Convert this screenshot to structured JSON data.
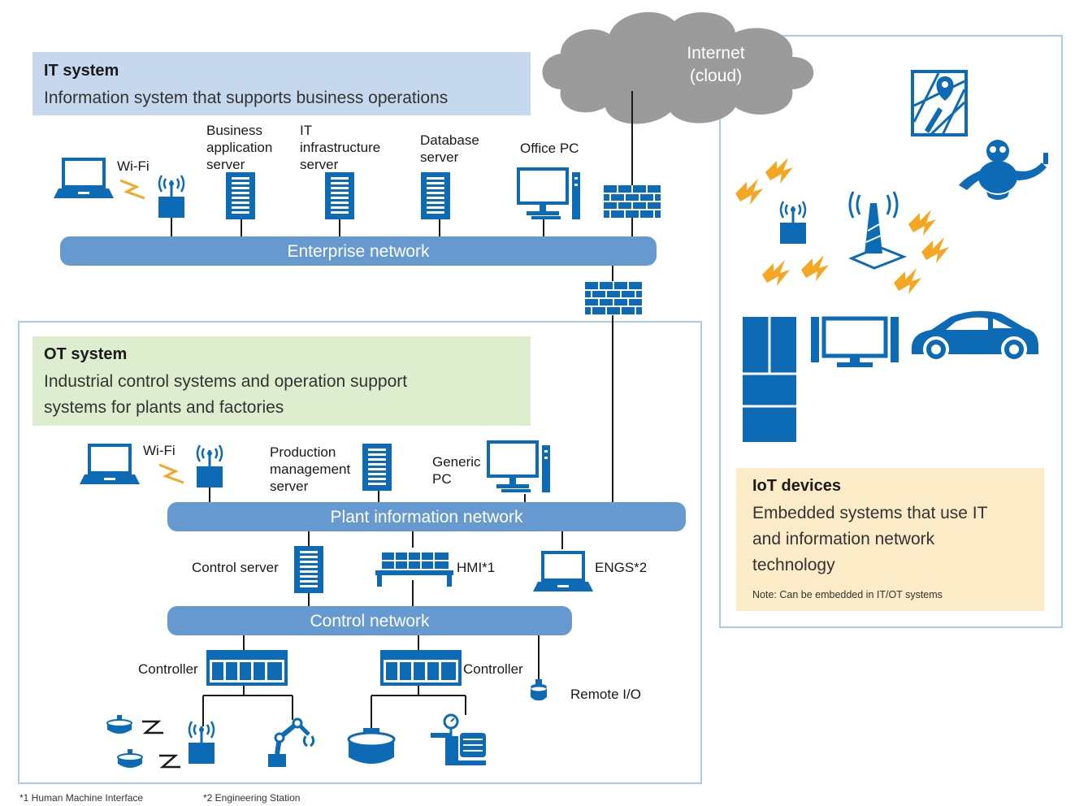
{
  "colors": {
    "icon_blue": "#0d6bb6",
    "network_band": "#6699cf",
    "it_header_bg": "#c5d8ee",
    "ot_header_bg": "#ddeecf",
    "iot_header_bg": "#fbebc6",
    "cloud_gray": "#9b9b9b",
    "signal_orange": "#f5a623",
    "frame_line": "#a9cde4"
  },
  "it_system": {
    "title": "IT system",
    "description": "Information system that supports business operations",
    "labels": {
      "wifi": "Wi-Fi",
      "business_server": [
        "Business",
        "application",
        "server"
      ],
      "infra_server": [
        "IT",
        "infrastructure",
        "server"
      ],
      "database_server": [
        "Database",
        "server"
      ],
      "office_pc": "Office PC"
    },
    "network": "Enterprise network"
  },
  "internet": {
    "line1": "Internet",
    "line2": "(cloud)"
  },
  "ot_system": {
    "title": "OT system",
    "description_line1": "Industrial control systems and operation support",
    "description_line2": "systems for plants and factories",
    "labels": {
      "wifi": "Wi-Fi",
      "production_server": [
        "Production",
        "management",
        "server"
      ],
      "generic_pc": [
        "Generic",
        "PC"
      ],
      "control_server": "Control server",
      "hmi": "HMI*1",
      "engs": "ENGS*2",
      "controller_left": "Controller",
      "controller_right": "Controller",
      "remote_io": "Remote I/O"
    },
    "plant_network": "Plant information network",
    "control_network": "Control network"
  },
  "iot": {
    "title": "IoT devices",
    "description_line1": "Embedded systems that use IT",
    "description_line2": "and information network",
    "description_line3": "technology",
    "note": "Note: Can be embedded in IT/OT systems"
  },
  "footnotes": {
    "note1": "*1 Human Machine Interface",
    "note2": "*2 Engineering Station"
  },
  "icons": [
    "laptop-icon",
    "wifi-ap-icon",
    "server-icon",
    "desktop-pc-icon",
    "firewall-icon",
    "cloud-icon",
    "map-pin-icon",
    "robot-icon",
    "antenna-tower-icon",
    "lightning-icon",
    "refrigerator-icon",
    "tv-icon",
    "car-icon",
    "hmi-icon",
    "controller-icon",
    "sensor-icon",
    "robot-arm-icon",
    "tank-icon",
    "pump-motor-icon",
    "remote-io-icon"
  ]
}
